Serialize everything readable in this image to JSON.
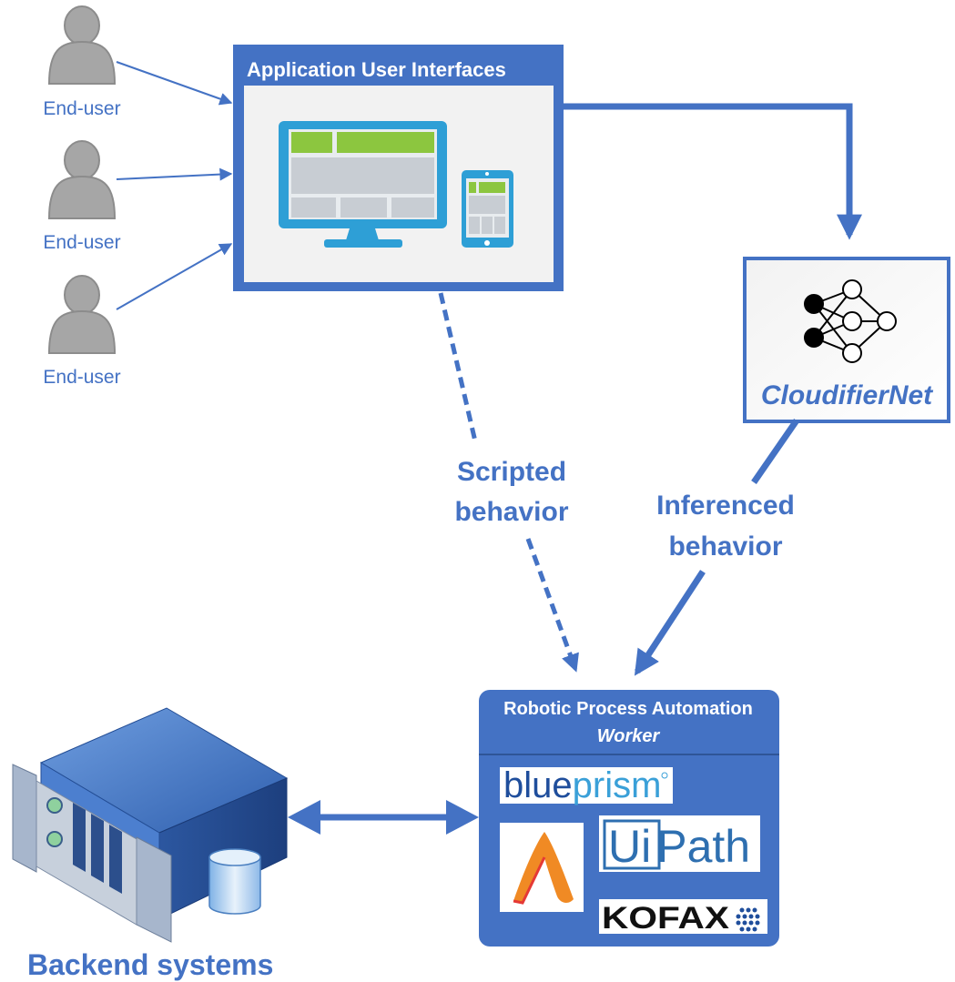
{
  "end_users": [
    {
      "label": "End-user"
    },
    {
      "label": "End-user"
    },
    {
      "label": "End-user"
    }
  ],
  "app_ui": {
    "title": "Application User Interfaces"
  },
  "cloudifier": {
    "label": "CloudifierNet",
    "icon": "neural-network-icon"
  },
  "edges": {
    "scripted": [
      "Scripted",
      "behavior"
    ],
    "inferenced": [
      "Inferenced",
      "behavior"
    ]
  },
  "rpa": {
    "title": "Robotic Process Automation",
    "subtitle": "Worker",
    "logos": {
      "blueprism_part1": "blue",
      "blueprism_part2": "prism",
      "uipath_part1": "Ui",
      "uipath_part2": "Path",
      "kofax": "KOFAX"
    }
  },
  "backend": {
    "label": "Backend systems"
  },
  "colors": {
    "accent": "#4472C4",
    "panel": "#F2F2F2",
    "person": "#A6A6A6",
    "monitor": "#2E9FD6",
    "ui_green": "#8CC63F",
    "ui_gray": "#C8CDD3",
    "server_blue": "#3A6FC1"
  }
}
